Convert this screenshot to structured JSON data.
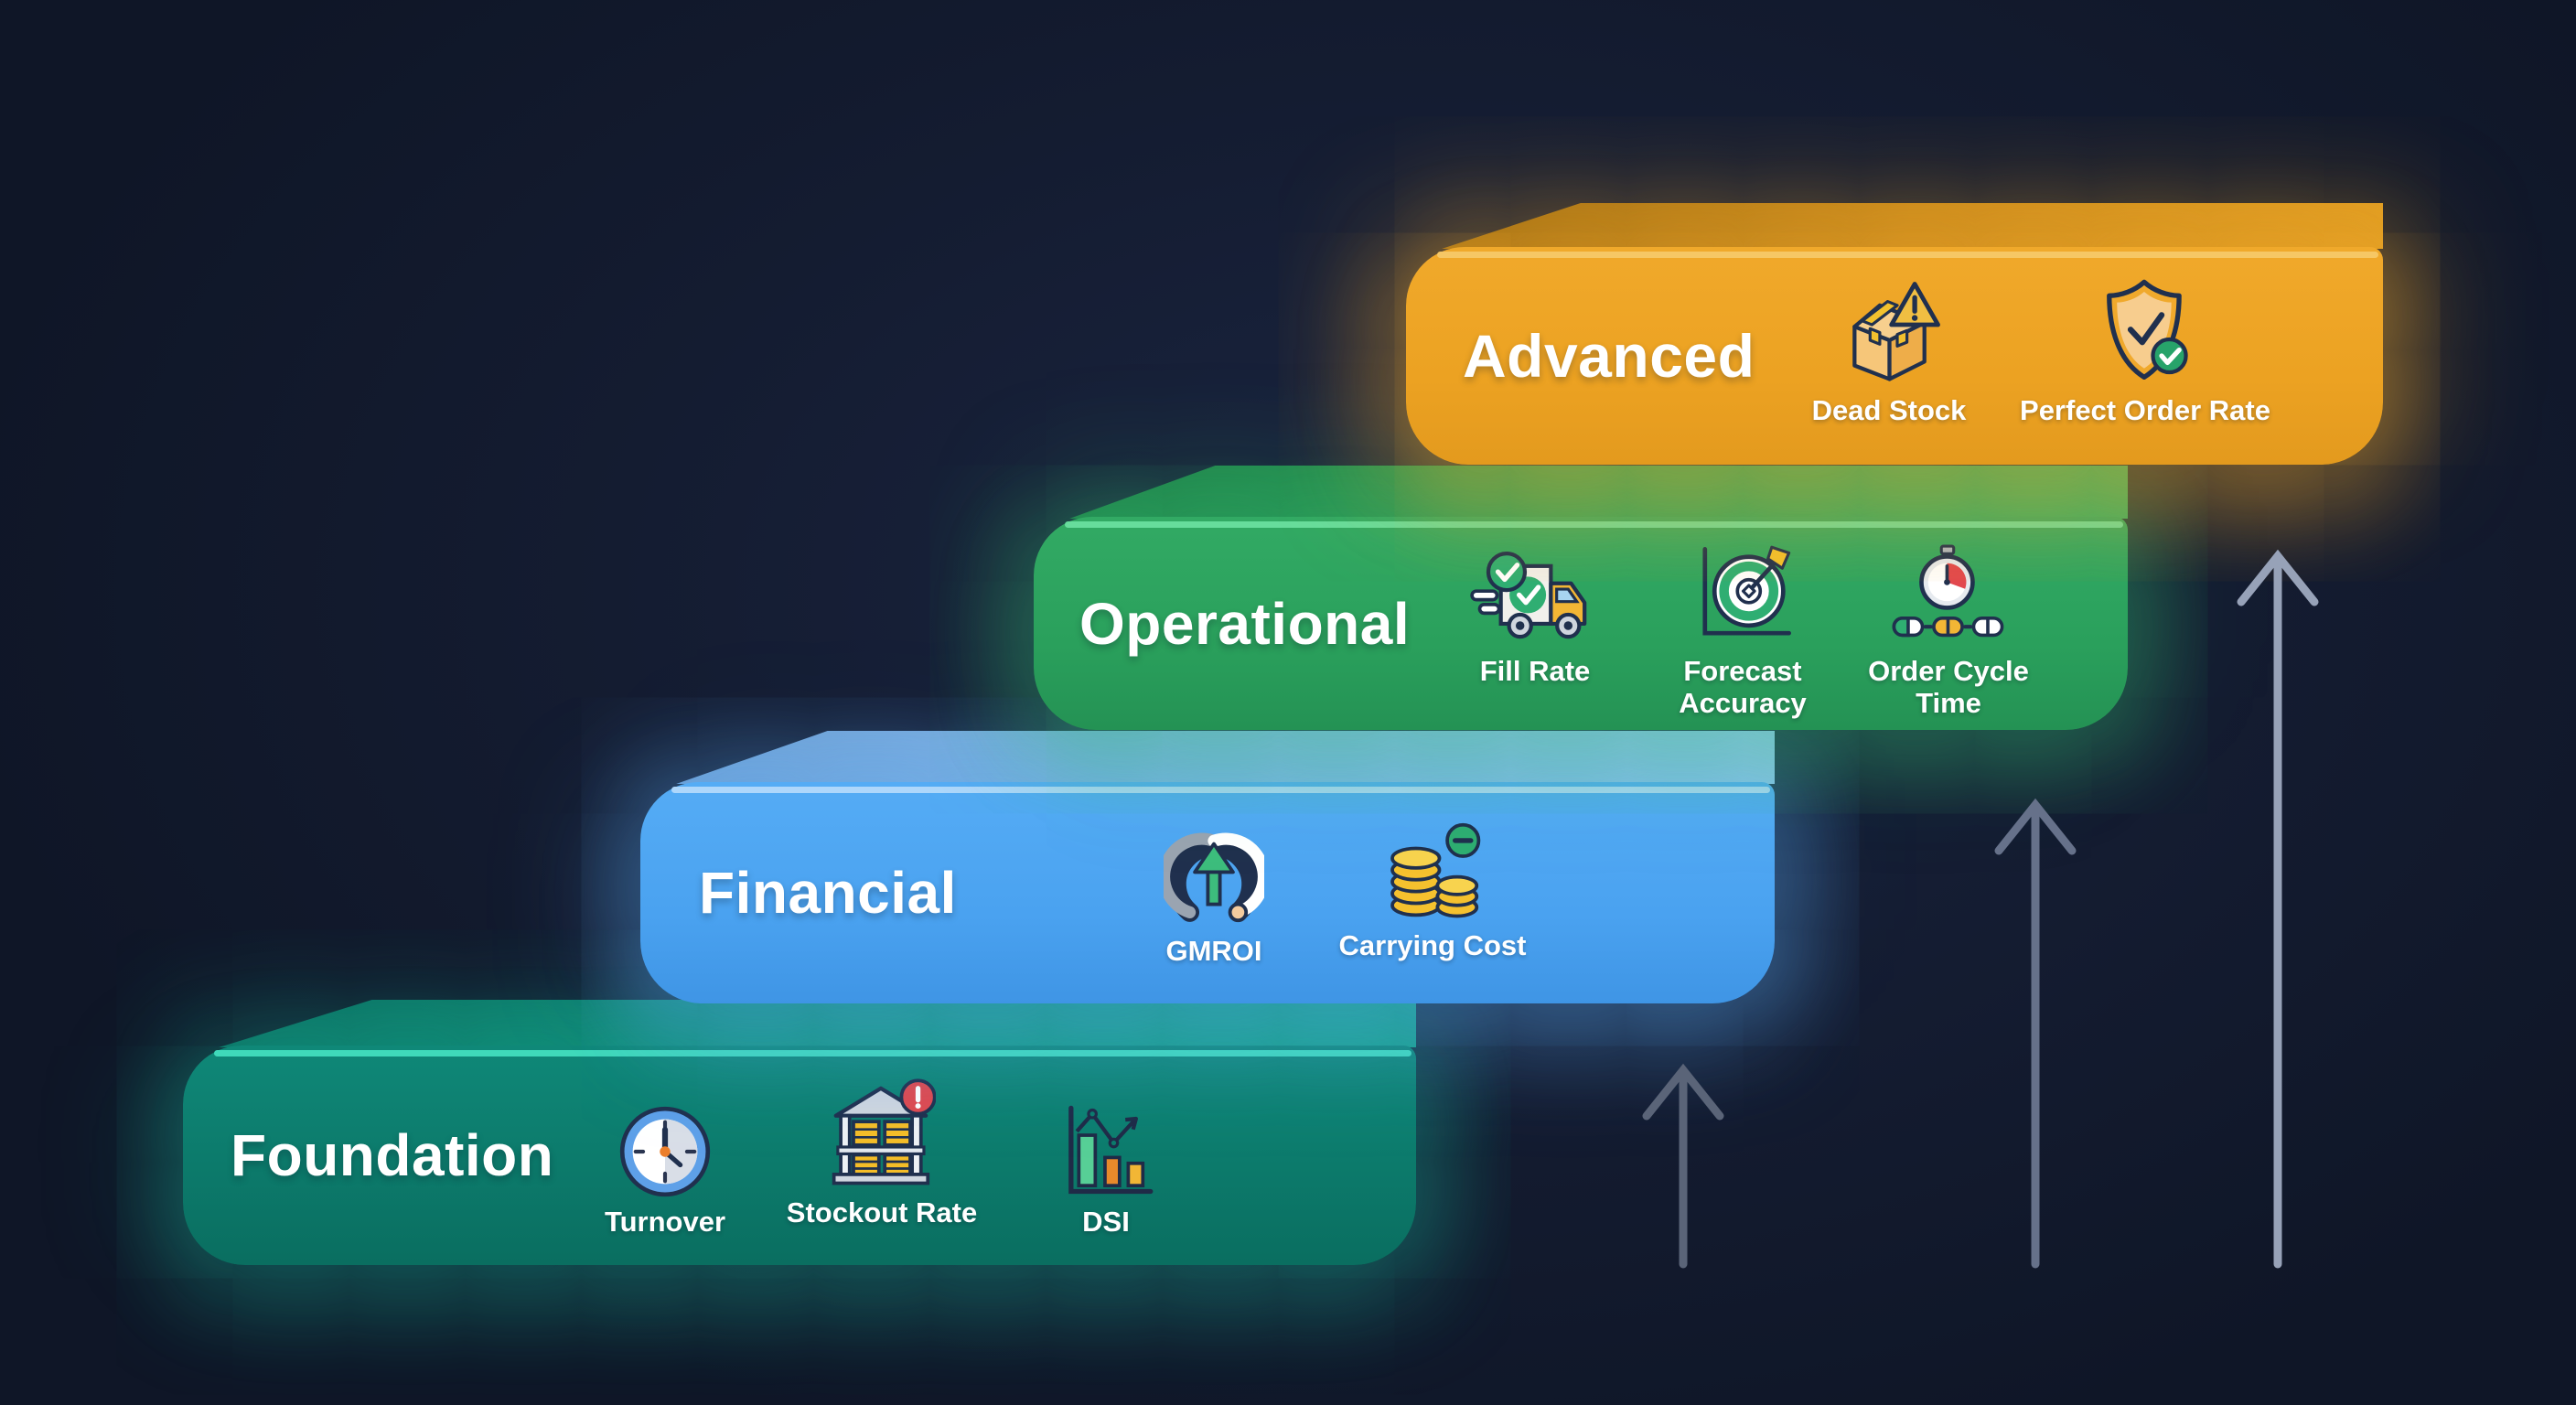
{
  "diagram": {
    "background_color": "#141c31",
    "tiers": [
      {
        "label": "Foundation",
        "color": "#0c7a6b",
        "glow_color": "#1ac5a6",
        "metrics": [
          {
            "name": "Turnover",
            "icon": "clock-icon"
          },
          {
            "name": "Stockout Rate",
            "icon": "warehouse-alert-icon"
          },
          {
            "name": "DSI",
            "icon": "bar-chart-trend-icon"
          }
        ]
      },
      {
        "label": "Financial",
        "color": "#4aa2f0",
        "glow_color": "#5caef8",
        "metrics": [
          {
            "name": "GMROI",
            "icon": "gauge-up-arrow-icon"
          },
          {
            "name": "Carrying Cost",
            "icon": "coins-minus-icon"
          }
        ]
      },
      {
        "label": "Operational",
        "color": "#2aa05c",
        "glow_color": "#34be72",
        "metrics": [
          {
            "name": "Fill Rate",
            "icon": "delivery-truck-check-icon"
          },
          {
            "name": "Forecast Accuracy",
            "icon": "target-arrow-icon"
          },
          {
            "name": "Order Cycle Time",
            "icon": "stopwatch-pills-icon"
          }
        ]
      },
      {
        "label": "Advanced",
        "color": "#eca222",
        "glow_color": "#f0a82c",
        "metrics": [
          {
            "name": "Dead Stock",
            "icon": "open-box-warning-icon"
          },
          {
            "name": "Perfect Order Rate",
            "icon": "shield-check-icon"
          }
        ]
      }
    ],
    "arrows": {
      "count": 3,
      "direction": "up",
      "color": "#8b96ab"
    }
  }
}
